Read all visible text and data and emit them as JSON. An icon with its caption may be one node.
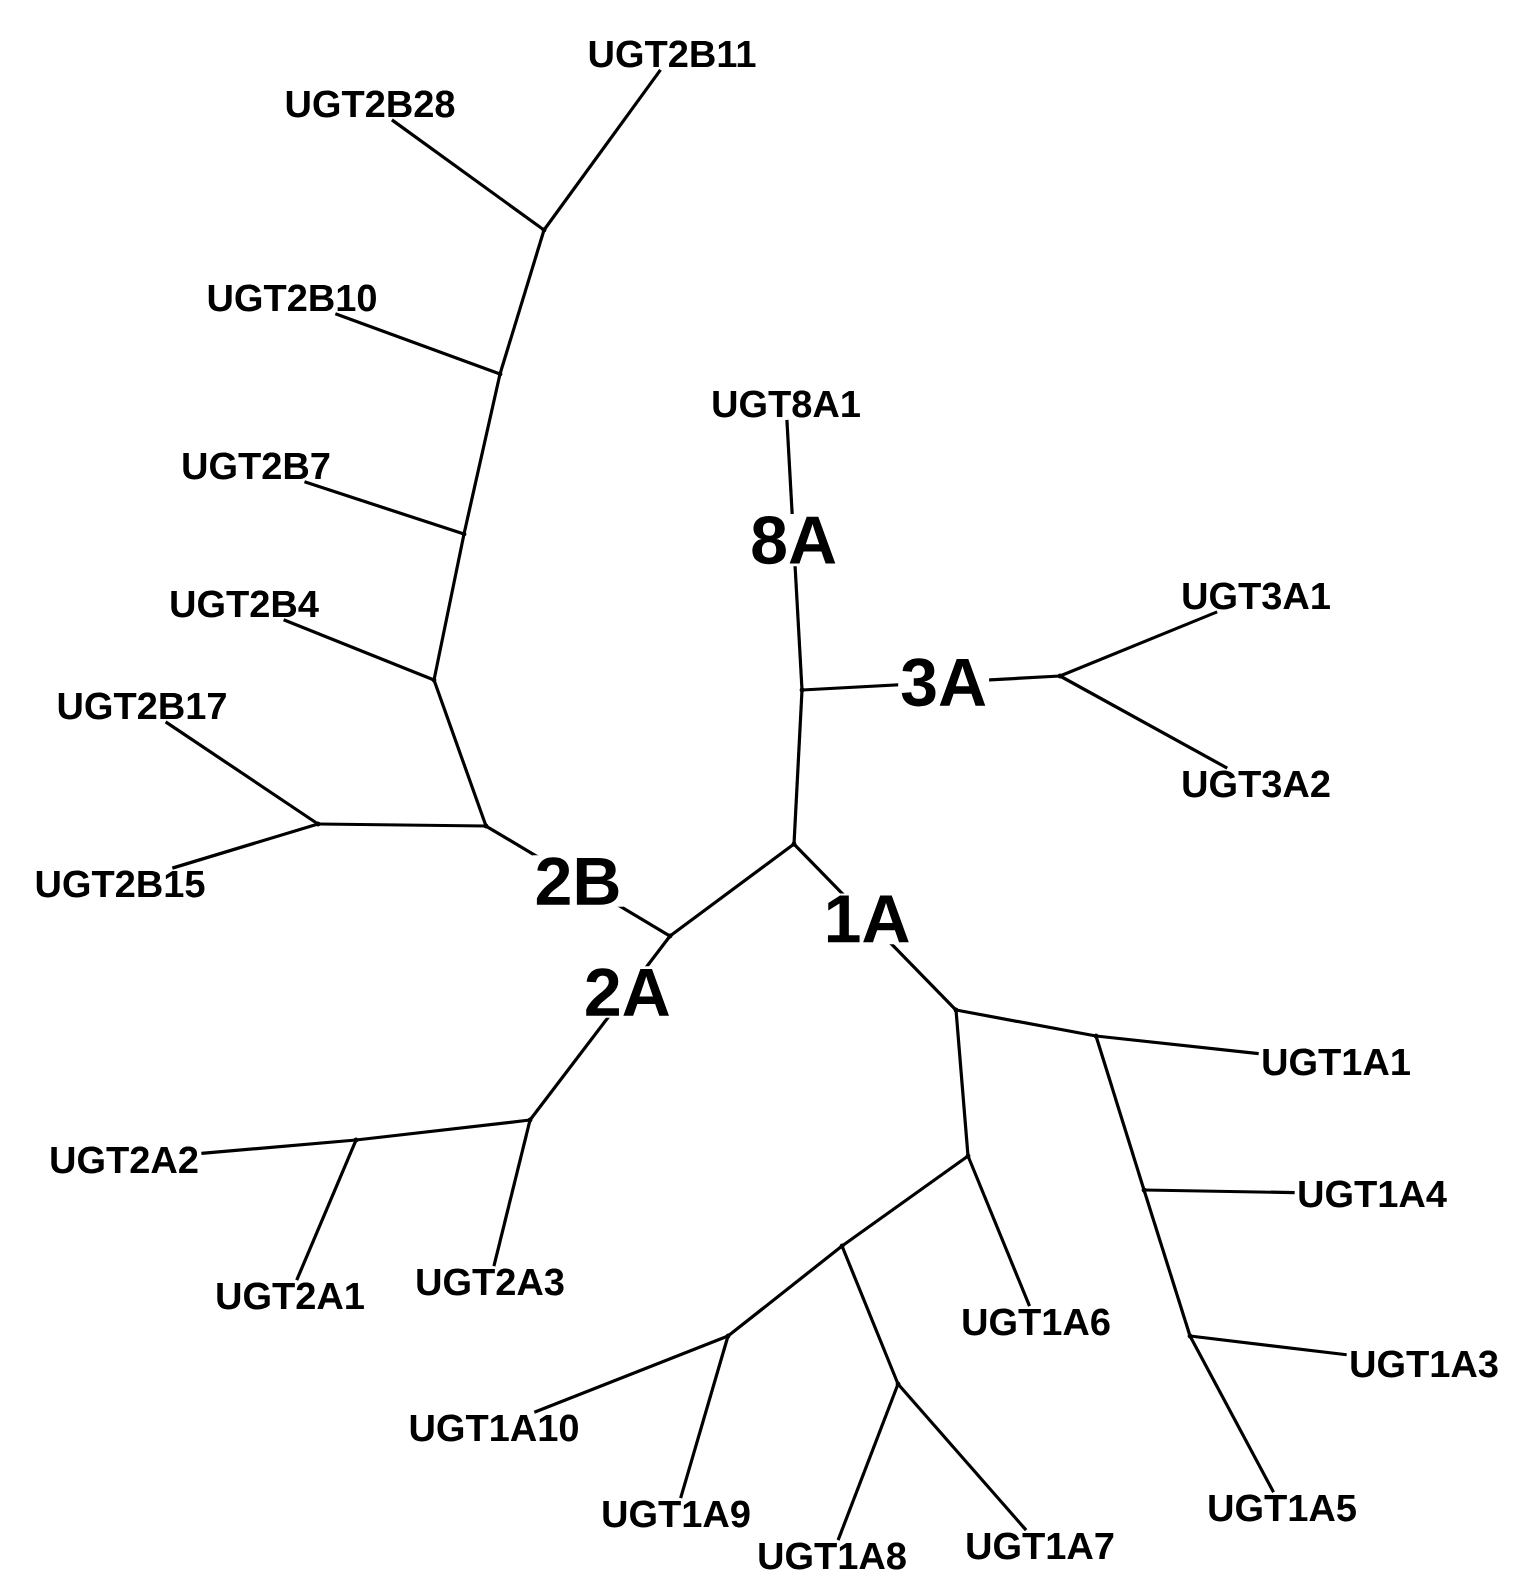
{
  "diagram": {
    "nodes": [
      {
        "text": [
          "UGT2B11"
        ]
      },
      {
        "text": [
          "UGT2B28"
        ]
      },
      {
        "text": [
          "UGT2B10"
        ]
      },
      {
        "text": [
          "UGT8A1"
        ]
      },
      {
        "text": [
          "UGT2B7"
        ]
      },
      {
        "text": [
          "UGT3A1"
        ]
      },
      {
        "text": [
          "UGT2B4"
        ]
      },
      {
        "text": [
          "UGT2B17"
        ]
      },
      {
        "text": [
          "UGT3A2"
        ]
      },
      {
        "text": [
          "UGT2B15"
        ]
      },
      {
        "text": [
          "UGT1A1"
        ]
      },
      {
        "text": [
          "UGT2A2"
        ]
      },
      {
        "text": [
          "UGT1A4"
        ]
      },
      {
        "text": [
          "UGT2A3"
        ]
      },
      {
        "text": [
          "UGT2A1"
        ]
      },
      {
        "text": [
          "UGT1A6"
        ]
      },
      {
        "text": [
          "UGT1A3"
        ]
      },
      {
        "text": [
          "UGT1A10"
        ]
      },
      {
        "text": [
          "UGT1A5"
        ]
      },
      {
        "text": [
          "UGT1A9"
        ]
      },
      {
        "text": [
          "UGT1A7"
        ]
      },
      {
        "text": [
          "UGT1A8"
        ]
      },
      {
        "text": [],
        "shape": "point"
      },
      {
        "text": [],
        "shape": "point"
      },
      {
        "text": [],
        "shape": "point"
      },
      {
        "text": [],
        "shape": "point"
      },
      {
        "text": [],
        "shape": "point"
      },
      {
        "text": [],
        "shape": "point"
      },
      {
        "text": [],
        "shape": "point"
      },
      {
        "text": [],
        "shape": "point"
      },
      {
        "text": [],
        "shape": "point"
      },
      {
        "text": [],
        "shape": "point"
      },
      {
        "text": [],
        "shape": "point"
      },
      {
        "text": [],
        "shape": "point"
      },
      {
        "text": [],
        "shape": "point"
      },
      {
        "text": [],
        "shape": "point"
      },
      {
        "text": [],
        "shape": "point"
      },
      {
        "text": [],
        "shape": "point"
      },
      {
        "text": [],
        "shape": "point"
      },
      {
        "text": [],
        "shape": "point"
      },
      {
        "text": [],
        "shape": "point"
      },
      {
        "text": [],
        "shape": "point"
      }
    ],
    "edges": [
      {
        "from": 30,
        "to": 27,
        "arrow": "none"
      },
      {
        "from": 27,
        "to": 3,
        "arrow": "none",
        "label": "8A"
      },
      {
        "from": 27,
        "to": 26,
        "arrow": "none",
        "label": "3A"
      },
      {
        "from": 26,
        "to": 5,
        "arrow": "none"
      },
      {
        "from": 26,
        "to": 8,
        "arrow": "none"
      },
      {
        "from": 30,
        "to": 31,
        "arrow": "none"
      },
      {
        "from": 31,
        "to": 29,
        "arrow": "none",
        "label": "2B"
      },
      {
        "from": 29,
        "to": 28,
        "arrow": "none"
      },
      {
        "from": 28,
        "to": 7,
        "arrow": "none"
      },
      {
        "from": 28,
        "to": 9,
        "arrow": "none"
      },
      {
        "from": 29,
        "to": 25,
        "arrow": "none"
      },
      {
        "from": 25,
        "to": 6,
        "arrow": "none"
      },
      {
        "from": 25,
        "to": 24,
        "arrow": "none"
      },
      {
        "from": 24,
        "to": 4,
        "arrow": "none"
      },
      {
        "from": 24,
        "to": 23,
        "arrow": "none"
      },
      {
        "from": 23,
        "to": 2,
        "arrow": "none"
      },
      {
        "from": 23,
        "to": 22,
        "arrow": "none"
      },
      {
        "from": 22,
        "to": 1,
        "arrow": "none"
      },
      {
        "from": 22,
        "to": 0,
        "arrow": "none"
      },
      {
        "from": 31,
        "to": 34,
        "arrow": "none",
        "label": "2A"
      },
      {
        "from": 34,
        "to": 35,
        "arrow": "none"
      },
      {
        "from": 35,
        "to": 11,
        "arrow": "none"
      },
      {
        "from": 35,
        "to": 14,
        "arrow": "none"
      },
      {
        "from": 34,
        "to": 13,
        "arrow": "none"
      },
      {
        "from": 30,
        "to": 32,
        "arrow": "none",
        "label": "1A"
      },
      {
        "from": 32,
        "to": 36,
        "arrow": "none"
      },
      {
        "from": 36,
        "to": 15,
        "arrow": "none"
      },
      {
        "from": 36,
        "to": 38,
        "arrow": "none"
      },
      {
        "from": 38,
        "to": 40,
        "arrow": "none"
      },
      {
        "from": 40,
        "to": 17,
        "arrow": "none"
      },
      {
        "from": 40,
        "to": 19,
        "arrow": "none"
      },
      {
        "from": 38,
        "to": 41,
        "arrow": "none"
      },
      {
        "from": 41,
        "to": 21,
        "arrow": "none"
      },
      {
        "from": 41,
        "to": 20,
        "arrow": "none"
      },
      {
        "from": 32,
        "to": 33,
        "arrow": "none"
      },
      {
        "from": 33,
        "to": 10,
        "arrow": "none"
      },
      {
        "from": 33,
        "to": 37,
        "arrow": "none"
      },
      {
        "from": 37,
        "to": 12,
        "arrow": "none"
      },
      {
        "from": 37,
        "to": 39,
        "arrow": "none"
      },
      {
        "from": 39,
        "to": 16,
        "arrow": "none"
      },
      {
        "from": 39,
        "to": 18,
        "arrow": "none"
      }
    ]
  }
}
